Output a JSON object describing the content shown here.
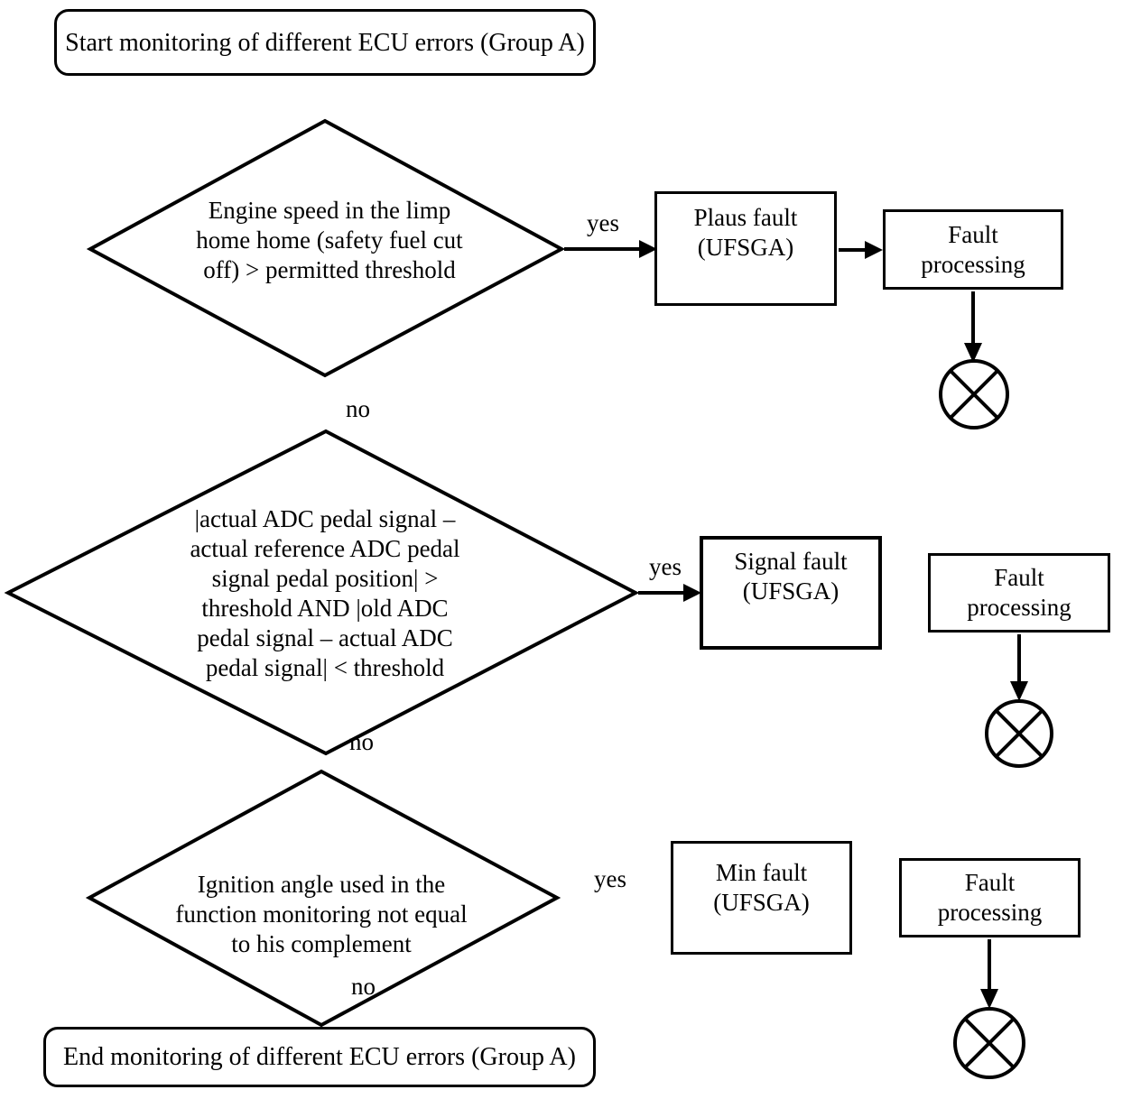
{
  "flowchart": {
    "start_label": "Start monitoring of different ECU errors (Group A)",
    "end_label": "End monitoring of different ECU errors (Group A)",
    "labels": {
      "yes": "yes",
      "no": "no"
    },
    "decisions": [
      {
        "text": "Engine speed in the limp\nhome home (safety fuel cut\noff) > permitted threshold"
      },
      {
        "text": "|actual ADC pedal signal –\nactual reference ADC pedal\nsignal pedal position| >\nthreshold AND |old ADC\npedal signal – actual ADC\npedal signal| < threshold"
      },
      {
        "text": "Ignition angle used in the\nfunction monitoring not equal\nto his complement"
      }
    ],
    "fault_nodes": [
      {
        "text": "Plaus fault\n(UFSGA)"
      },
      {
        "text": "Signal fault\n(UFSGA)"
      },
      {
        "text": "Min fault\n(UFSGA)"
      }
    ],
    "processing_nodes": [
      {
        "text": "Fault\nprocessing"
      },
      {
        "text": "Fault\nprocessing"
      },
      {
        "text": "Fault\nprocessing"
      }
    ],
    "colors": {
      "line": "#000000",
      "background": "#ffffff"
    }
  }
}
